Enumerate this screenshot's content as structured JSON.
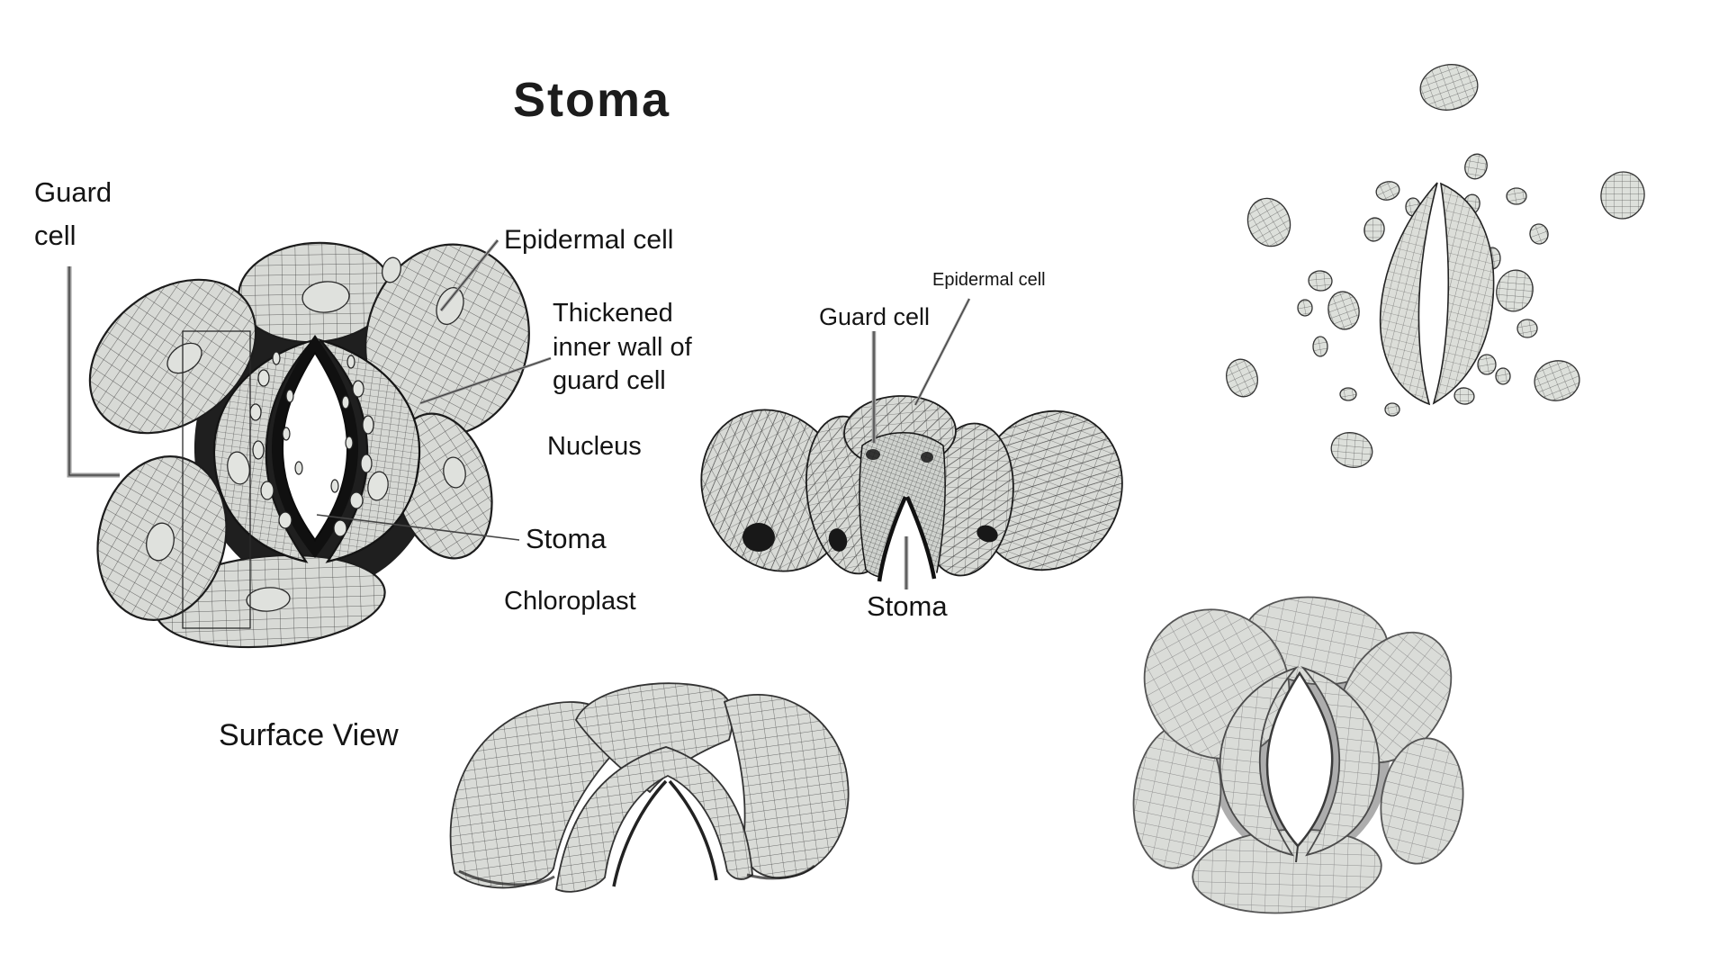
{
  "title": "Stoma",
  "surface_view": {
    "caption": "Surface View",
    "labels": {
      "guard_cell": "Guard\ncell",
      "epidermal_cell": "Epidermal cell",
      "thickened_wall": "Thickened\ninner wall of\nguard cell",
      "nucleus": "Nucleus",
      "stoma": "Stoma",
      "chloroplast": "Chloroplast"
    }
  },
  "section_view": {
    "labels": {
      "guard_cell": "Guard cell",
      "epidermal_cell": "Epidermal cell",
      "stoma": "Stoma"
    }
  },
  "colors": {
    "cell_fill": "#d8dad6",
    "line": "#1a1a1a",
    "background": "#ffffff"
  }
}
